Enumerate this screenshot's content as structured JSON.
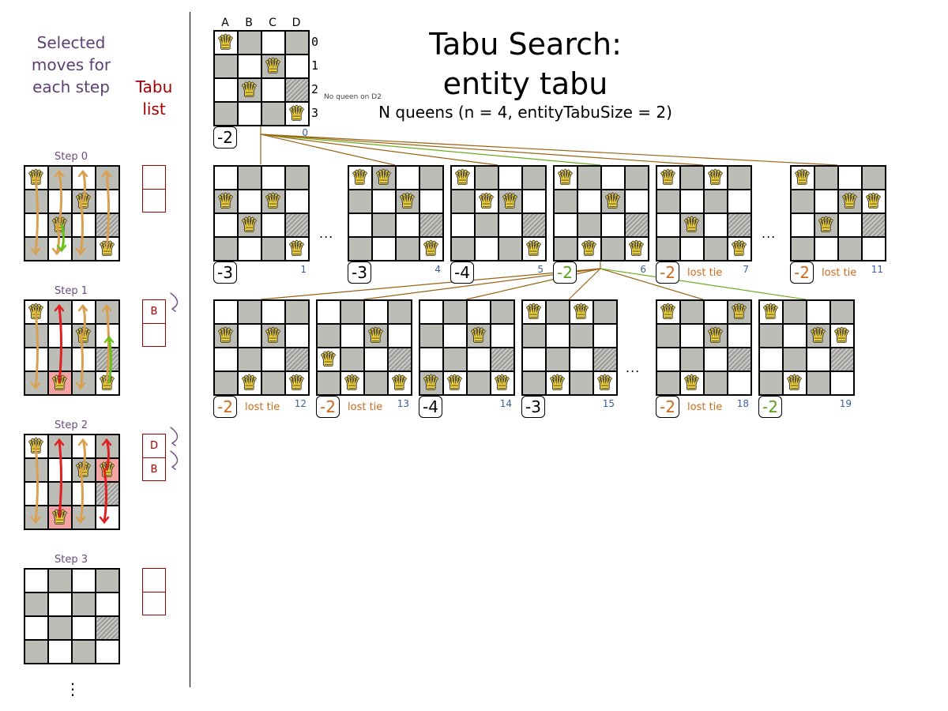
{
  "left": {
    "selected_title": "Selected moves for each step",
    "tabu_title": "Tabu list",
    "more": "⋮"
  },
  "title": {
    "line1": "Tabu Search:",
    "line2": "entity tabu",
    "subtitle": "N queens (n = 4, entityTabuSize = 2)"
  },
  "initial": {
    "columns": [
      "A",
      "B",
      "C",
      "D"
    ],
    "rows": [
      "0",
      "1",
      "2",
      "3"
    ],
    "queens": [
      0,
      2,
      1,
      3
    ],
    "score": "-2",
    "number": "0",
    "note": "No queen on D2"
  },
  "colors": {
    "normal_score": "#000000",
    "lost_tie": "#d06a1a",
    "winner": "#5aa01c",
    "line_brown": "#9a6414",
    "line_green": "#6aaa1c",
    "tabu": "#a00000",
    "purple": "#6a4b7b"
  },
  "ellipsis": "...",
  "level1": [
    {
      "number": "1",
      "queens": [
        1,
        2,
        1,
        3
      ],
      "score": "-3",
      "status": "normal"
    },
    {
      "number": "4",
      "queens": [
        0,
        0,
        1,
        3
      ],
      "score": "-3",
      "status": "normal"
    },
    {
      "number": "5",
      "queens": [
        0,
        1,
        1,
        3
      ],
      "score": "-4",
      "status": "normal"
    },
    {
      "number": "6",
      "queens": [
        0,
        3,
        1,
        3
      ],
      "score": "-2",
      "status": "winner"
    },
    {
      "number": "7",
      "queens": [
        0,
        2,
        0,
        3
      ],
      "score": "-2",
      "status": "lost",
      "label": "lost tie"
    },
    {
      "number": "11",
      "queens": [
        0,
        2,
        1,
        1
      ],
      "score": "-2",
      "status": "lost",
      "label": "lost tie"
    }
  ],
  "level2": [
    {
      "number": "12",
      "queens": [
        1,
        3,
        1,
        3
      ],
      "score": "-2",
      "status": "lost",
      "label": "lost tie"
    },
    {
      "number": "13",
      "queens": [
        2,
        3,
        1,
        3
      ],
      "score": "-2",
      "status": "lost",
      "label": "lost tie"
    },
    {
      "number": "14",
      "queens": [
        3,
        3,
        1,
        3
      ],
      "score": "-4",
      "status": "normal"
    },
    {
      "number": "15",
      "queens": [
        0,
        3,
        0,
        3
      ],
      "score": "-3",
      "status": "normal"
    },
    {
      "number": "18",
      "queens": [
        0,
        3,
        1,
        0
      ],
      "score": "-2",
      "status": "lost",
      "label": "lost tie"
    },
    {
      "number": "19",
      "queens": [
        0,
        3,
        1,
        1
      ],
      "score": "-2",
      "status": "winner"
    }
  ],
  "steps": [
    {
      "label": "Step 0",
      "queens": [
        0,
        2,
        1,
        3
      ],
      "tabu_cols": [],
      "highlight": [],
      "selected": {
        "col": 1,
        "to": 3
      },
      "tabu_list": [
        "",
        ""
      ]
    },
    {
      "label": "Step 1",
      "queens": [
        0,
        3,
        1,
        3
      ],
      "tabu_cols": [
        1
      ],
      "highlight": [
        [
          1,
          3
        ]
      ],
      "selected": {
        "col": 3,
        "to": 1
      },
      "tabu_list": [
        "B",
        ""
      ]
    },
    {
      "label": "Step 2",
      "queens": [
        0,
        3,
        1,
        1
      ],
      "tabu_cols": [
        1,
        3
      ],
      "highlight": [
        [
          1,
          3
        ],
        [
          3,
          1
        ]
      ],
      "selected": null,
      "tabu_list": [
        "D",
        "B"
      ]
    },
    {
      "label": "Step 3",
      "queens": [
        null,
        null,
        null,
        null
      ],
      "tabu_cols": [],
      "highlight": [],
      "selected": null,
      "tabu_list": [
        "",
        ""
      ],
      "empty": true
    }
  ]
}
